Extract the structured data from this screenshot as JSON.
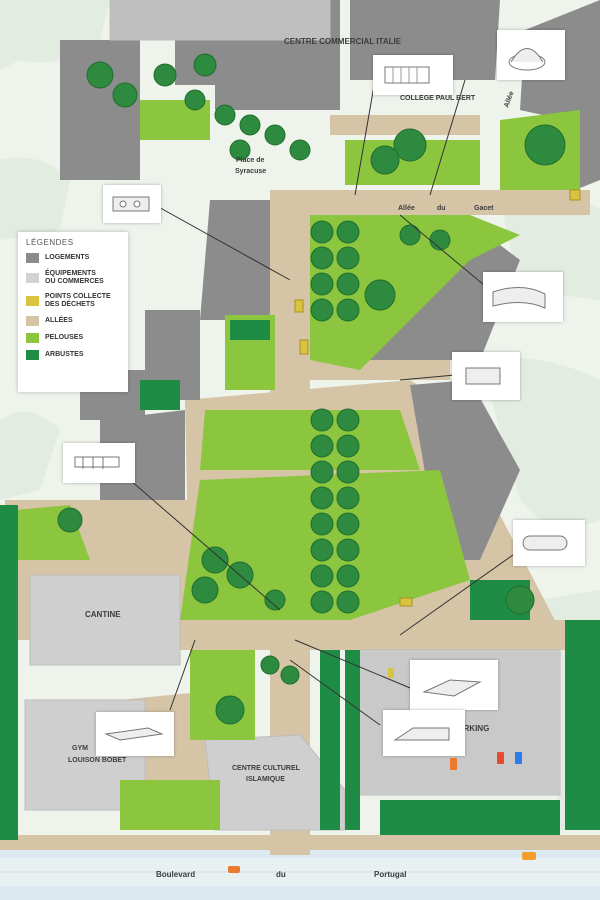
{
  "places": {
    "centre_commercial": "CENTRE  COMMERCIAL  ITALIE",
    "college": "COLLEGE PAUL BERT",
    "place_syracuse_1": "Place de",
    "place_syracuse_2": "Syracuse",
    "allee_gacet_1": "Allée",
    "allee_gacet_2": "du",
    "allee_gacet_3": "Gacet",
    "allee_top": "Allée",
    "cantine": "CANTINE",
    "gymnase_1": "GYM",
    "gymnase_2": "LOUISON BOBET",
    "centre_culturel_1": "CENTRE CULTUREL",
    "centre_culturel_2": "ISLAMIQUE",
    "parking": "PARKING",
    "boulevard_1": "Boulevard",
    "boulevard_2": "du",
    "boulevard_3": "Portugal"
  },
  "legend": {
    "title": "LÉGENDES",
    "items": [
      {
        "label_1": "LOGEMENTS",
        "label_2": "",
        "color": "#8c8c8c"
      },
      {
        "label_1": "ÉQUIPEMENTS",
        "label_2": "OU COMMERCES",
        "color": "#d2d2d2"
      },
      {
        "label_1": "POINTS COLLECTE",
        "label_2": "DES DÉCHETS",
        "color": "#d9c43f"
      },
      {
        "label_1": "ALLÉES",
        "label_2": "",
        "color": "#d6c4a7"
      },
      {
        "label_1": "PELOUSES",
        "label_2": "",
        "color": "#8cc63f"
      },
      {
        "label_1": "ARBUSTES",
        "label_2": "",
        "color": "#1e8c45"
      }
    ]
  },
  "colors": {
    "logements": "#8c8c8c",
    "equipements": "#d2d2d2",
    "dechets": "#d9c43f",
    "allees": "#d6c4a7",
    "pelouses": "#8cc63f",
    "arbustes": "#1e8c45",
    "background": "#eef3ec"
  }
}
